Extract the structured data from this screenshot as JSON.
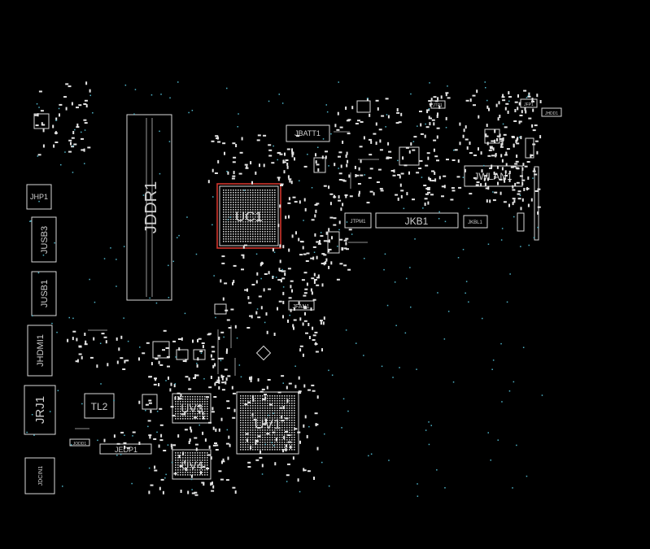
{
  "board": {
    "labels": {
      "jddr1": "JDDR1",
      "uc1": "UC1",
      "jbatt1": "JBATT1",
      "jwlan1": "JWLAN1",
      "jkb1": "JKB1",
      "jhp1": "JHP1",
      "jusb3": "JUSB3",
      "jusb1": "JUSB1",
      "jhdmi1": "JHDMI1",
      "jrj1": "JRJ1",
      "tl2": "TL2",
      "uv3": "UV3",
      "uv4": "UV4",
      "uv1": "UV1",
      "jedp1": "JEDP1",
      "jdcin1": "JDCIN1",
      "jfan1": "JFAN1",
      "jtp1": "JTP1",
      "jtpm1": "JTPM1",
      "jkbl1": "JKBL1",
      "jfp1": "JFP1",
      "jhdd1": "JHDD1",
      "jodd1": "JODD1"
    },
    "highlight_color": "#d0342c",
    "trace_dot_color": "#4fb3c8",
    "silkscreen_color": "#d9d9d9"
  }
}
